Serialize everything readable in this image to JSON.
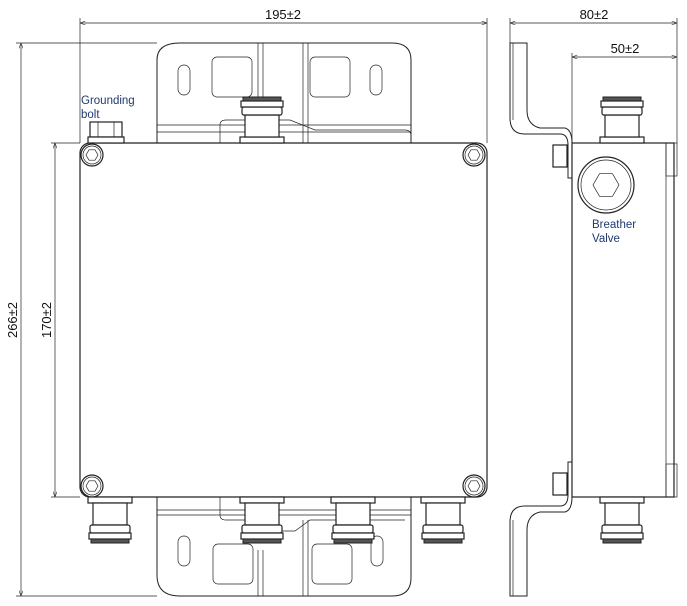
{
  "dimensions": {
    "front_width": "195±2",
    "front_height_total": "266±2",
    "front_height_body": "170±2",
    "side_depth_total": "80±2",
    "side_depth_body": "50±2"
  },
  "labels": {
    "grounding_line1": "Grounding",
    "grounding_line2": "bolt",
    "breather_line1": "Breather",
    "breather_line2": "Valve"
  },
  "colors": {
    "label": "#1f3a6e",
    "line": "#222222"
  }
}
